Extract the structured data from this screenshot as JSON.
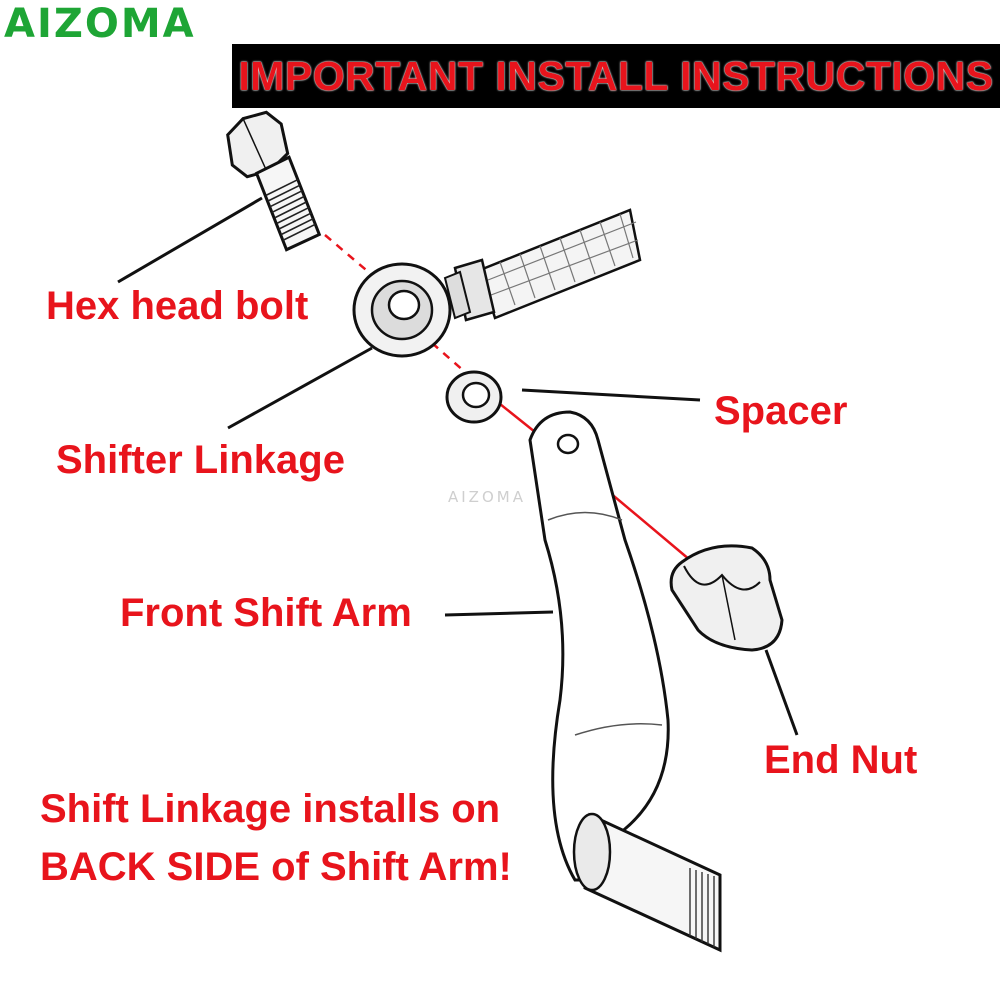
{
  "brand": {
    "logo_text": "AIZOMA",
    "watermark": "AIZOMA"
  },
  "banner": {
    "title": "IMPORTANT INSTALL INSTRUCTIONS"
  },
  "labels": {
    "hex_head_bolt": "Hex head bolt",
    "shifter_linkage": "Shifter Linkage",
    "spacer": "Spacer",
    "front_shift_arm": "Front Shift Arm",
    "end_nut": "End Nut"
  },
  "note": {
    "line1": "Shift Linkage installs on",
    "line2": "BACK SIDE of Shift Arm!"
  },
  "colors": {
    "label_red": "#e8141c",
    "logo_green": "#1ea535",
    "banner_bg": "#000000",
    "line_art": "#111111"
  },
  "icons": [
    "hex-bolt-icon",
    "rod-end-icon",
    "spacer-washer-icon",
    "shift-arm-icon",
    "end-nut-icon",
    "braided-rod-icon"
  ]
}
